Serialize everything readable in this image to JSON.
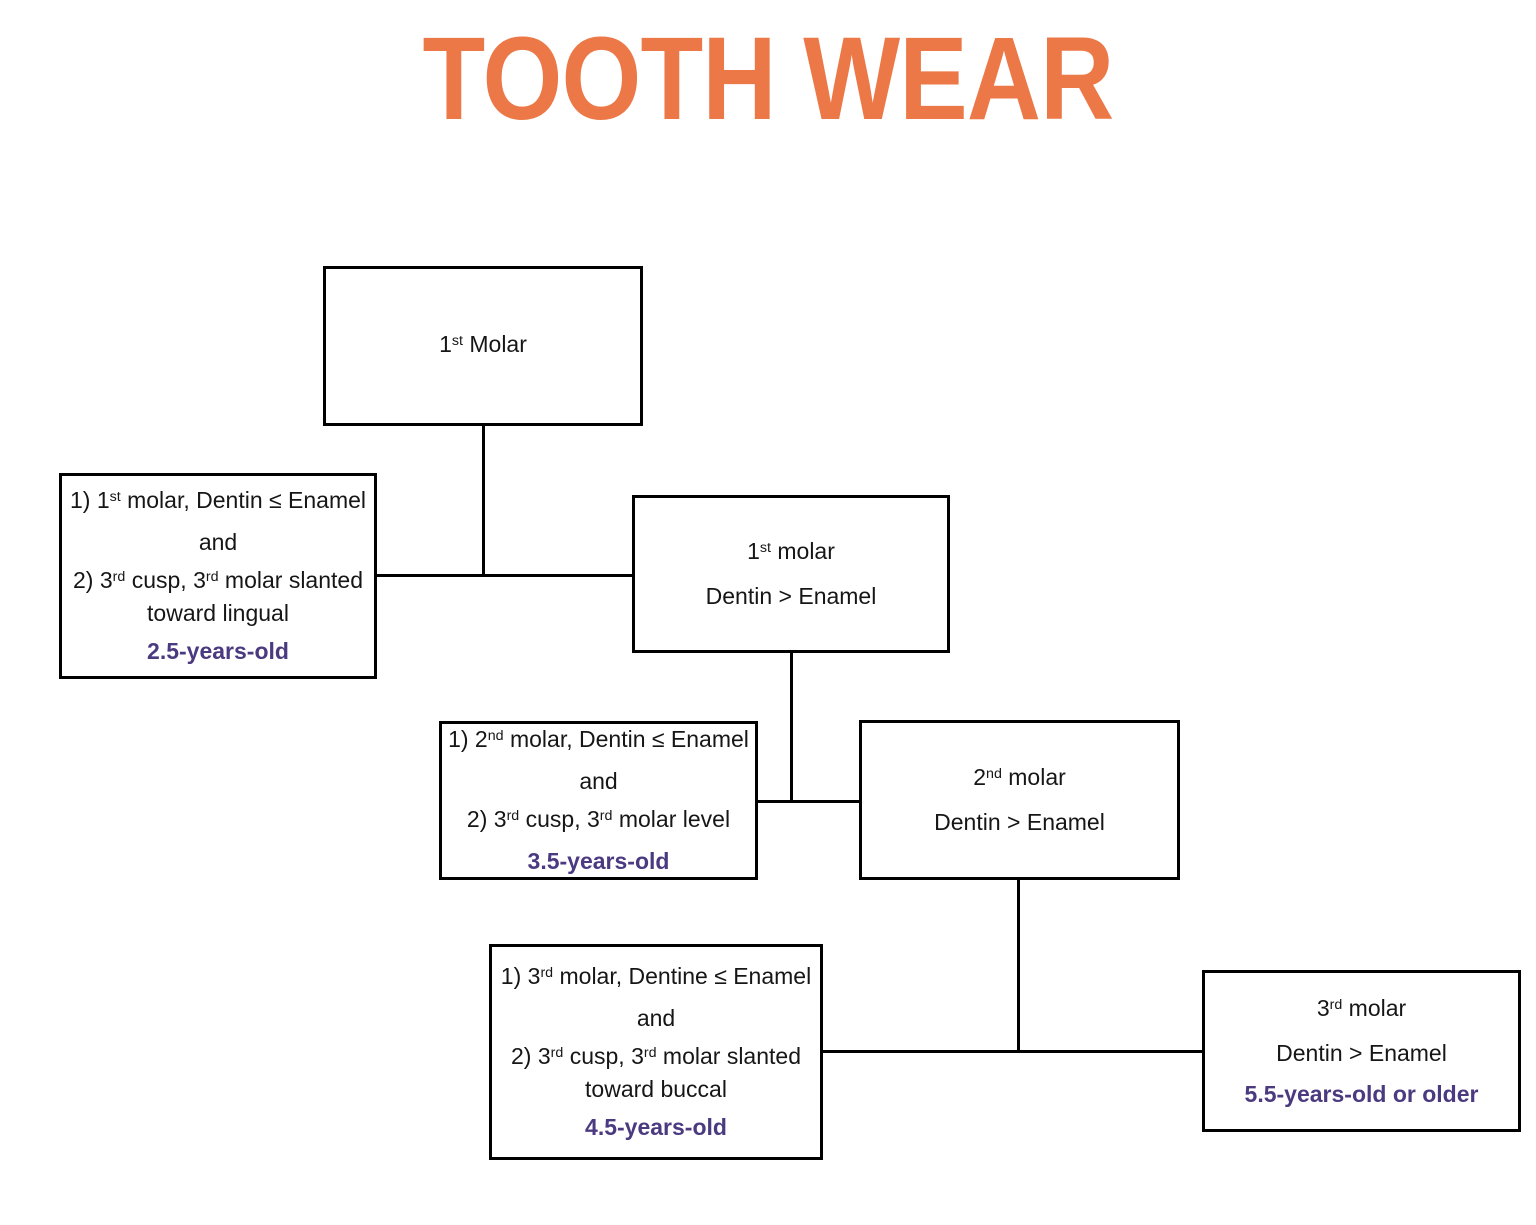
{
  "title": "TOOTH WEAR",
  "colors": {
    "title_orange": "#ED7847",
    "age_purple": "#4B3A80",
    "box_border_black": "#000000"
  },
  "boxes": {
    "molar1": {
      "line1": {
        "pre": "1",
        "sup": "st",
        "post": " Molar"
      }
    },
    "criteria1": {
      "line1": {
        "pre": "1) 1",
        "sup": "st",
        "post": " molar, Dentin ≤ Enamel"
      },
      "line2": "and",
      "line3": {
        "p1": "2) 3",
        "s1": "rd",
        "p2": " cusp, 3",
        "s2": "rd",
        "p3": " molar slanted"
      },
      "line4": "toward lingual",
      "age": "2.5-years-old"
    },
    "molar1_worn": {
      "line1": {
        "pre": "1",
        "sup": "st",
        "post": " molar"
      },
      "line2": "Dentin > Enamel"
    },
    "criteria2": {
      "line1": {
        "pre": "1) 2",
        "sup": "nd",
        "post": " molar, Dentin ≤ Enamel"
      },
      "line2": "and",
      "line3": {
        "p1": "2) 3",
        "s1": "rd",
        "p2": " cusp, 3",
        "s2": "rd",
        "p3": " molar level"
      },
      "age": "3.5-years-old"
    },
    "molar2_worn": {
      "line1": {
        "pre": "2",
        "sup": "nd",
        "post": " molar"
      },
      "line2": "Dentin > Enamel"
    },
    "criteria3": {
      "line1": {
        "pre": "1) 3",
        "sup": "rd",
        "post": " molar, Dentine ≤ Enamel"
      },
      "line2": "and",
      "line3": {
        "p1": "2) 3",
        "s1": "rd",
        "p2": " cusp, 3",
        "s2": "rd",
        "p3": " molar slanted"
      },
      "line4": "toward buccal",
      "age": "4.5-years-old"
    },
    "molar3_worn": {
      "line1": {
        "pre": "3",
        "sup": "rd",
        "post": " molar"
      },
      "line2": "Dentin > Enamel",
      "age": "5.5-years-old or older"
    }
  }
}
